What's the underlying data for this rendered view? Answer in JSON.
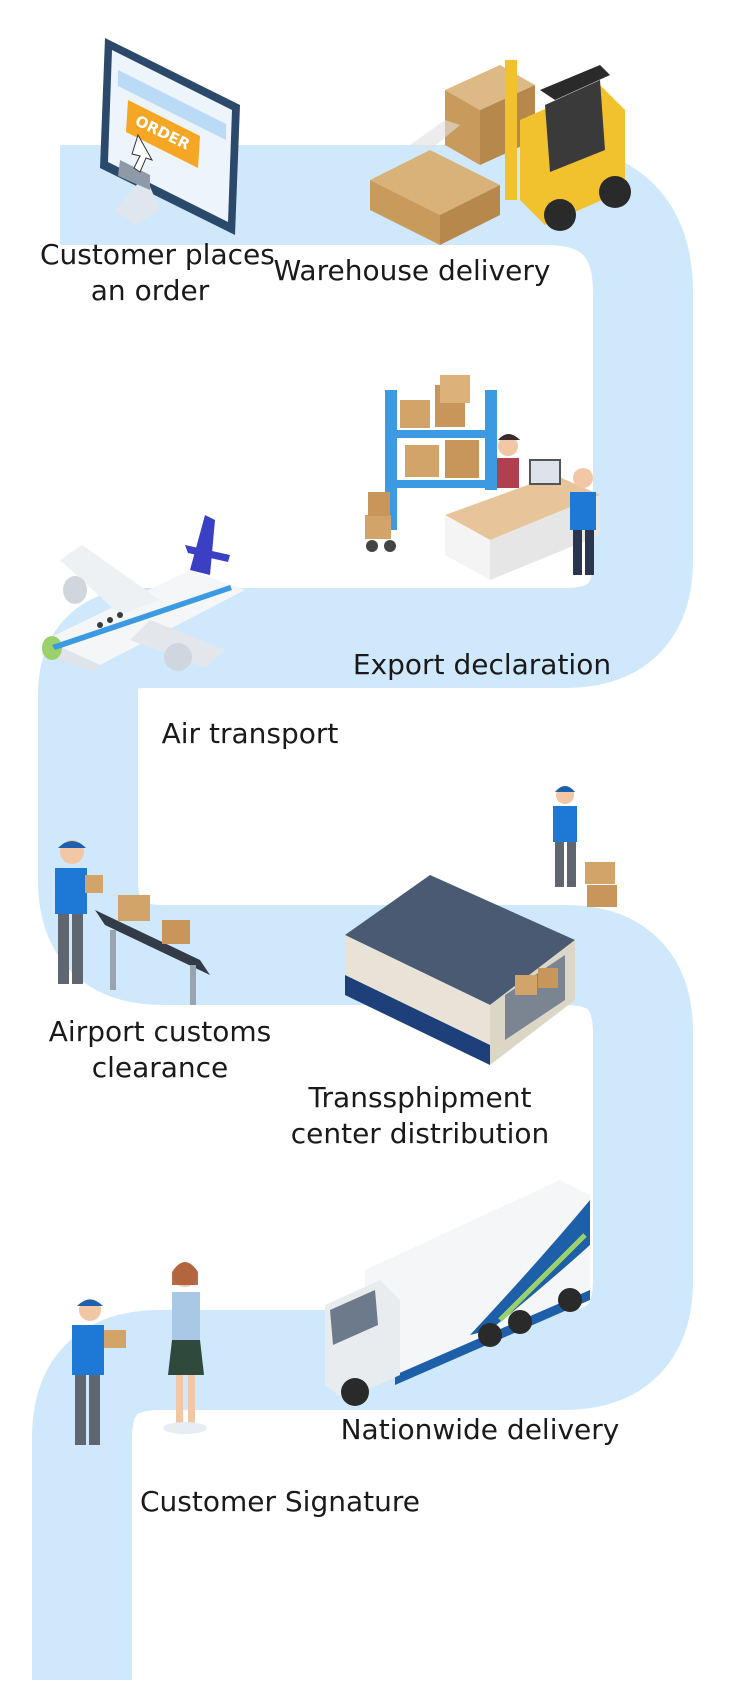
{
  "diagram": {
    "steps": [
      {
        "id": "order",
        "lines": [
          "Customer places",
          "an order"
        ]
      },
      {
        "id": "warehouse",
        "lines": [
          "Warehouse delivery"
        ]
      },
      {
        "id": "export",
        "lines": [
          "Export declaration"
        ]
      },
      {
        "id": "air",
        "lines": [
          "Air transport"
        ]
      },
      {
        "id": "customs",
        "lines": [
          "Airport customs",
          "clearance"
        ]
      },
      {
        "id": "transshipment",
        "lines": [
          "Transsphipment",
          "center distribution"
        ]
      },
      {
        "id": "nationwide",
        "lines": [
          "Nationwide delivery"
        ]
      },
      {
        "id": "signature",
        "lines": [
          "Customer Signature"
        ]
      }
    ],
    "monitor_text": "ORDER",
    "colors": {
      "path": "#cfe8fb",
      "accent": "#f5a623",
      "worker_blue": "#1e78d6",
      "roof": "#4a5a73",
      "truck_stripe": "#1d5fa8"
    }
  }
}
